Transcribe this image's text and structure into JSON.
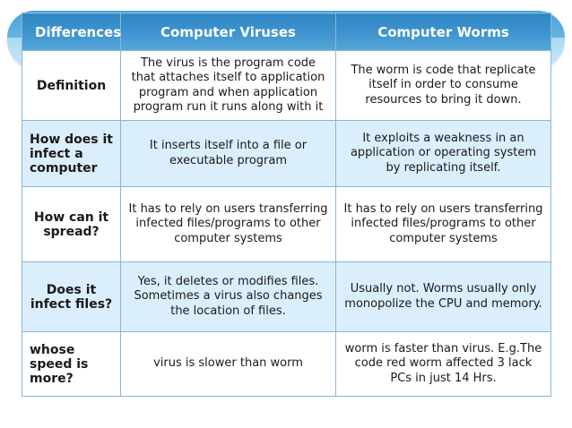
{
  "table": {
    "headers": [
      "Differences",
      "Computer Viruses",
      "Computer Worms"
    ],
    "rows": [
      {
        "label": "Definition",
        "virus": "The virus is the program code that attaches itself to application program and when application program run it runs along with it",
        "worm": "The worm is code that replicate itself in order to consume resources to bring it down."
      },
      {
        "label": "How does it infect a computer",
        "virus": "It inserts itself into a file or executable program",
        "worm": "It exploits a weakness in an application or operating system by replicating itself."
      },
      {
        "label": "How can it spread?",
        "virus": "It has to rely on users transferring infected files/programs to other computer systems",
        "worm": "It has to rely on users transferring infected files/programs to other computer systems"
      },
      {
        "label": "Does it infect files?",
        "virus": "Yes, it deletes or modifies files. Sometimes a virus also changes the location of files.",
        "worm": "Usually not. Worms usually only monopolize the CPU and memory."
      },
      {
        "label": "whose speed is more?",
        "virus": "virus is slower than worm",
        "worm": "worm is faster than virus. E.g.The code red worm affected  3 lack PCs in just 14 Hrs."
      }
    ]
  },
  "theme": {
    "header_bg": "#2e86c4",
    "header_text": "#ffffff",
    "alt_row_bg": "#dbeefb",
    "border": "#8ab7d6",
    "banner_light": "#cbe9f8",
    "banner_dark": "#4aa3d8"
  }
}
